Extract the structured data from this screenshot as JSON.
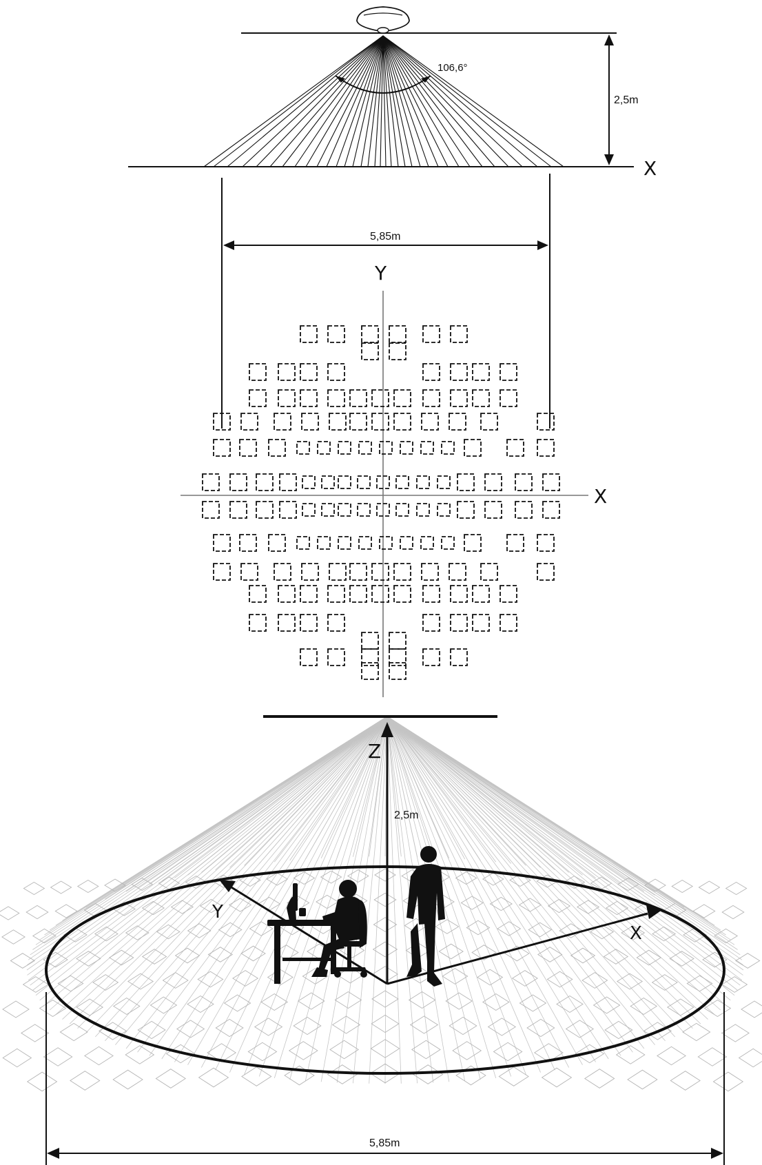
{
  "side_view": {
    "angle_label": "106,6°",
    "height_label": "2,5m",
    "x_axis_label": "X",
    "width_label": "5,85m"
  },
  "top_view": {
    "y_axis_label": "Y",
    "x_axis_label": "X"
  },
  "perspective_view": {
    "z_axis_label": "Z",
    "height_label": "2,5m",
    "y_axis_label": "Y",
    "x_axis_label": "X",
    "width_label": "5,85m"
  },
  "colors": {
    "ink": "#111111",
    "grid": "#cfcfcf"
  }
}
